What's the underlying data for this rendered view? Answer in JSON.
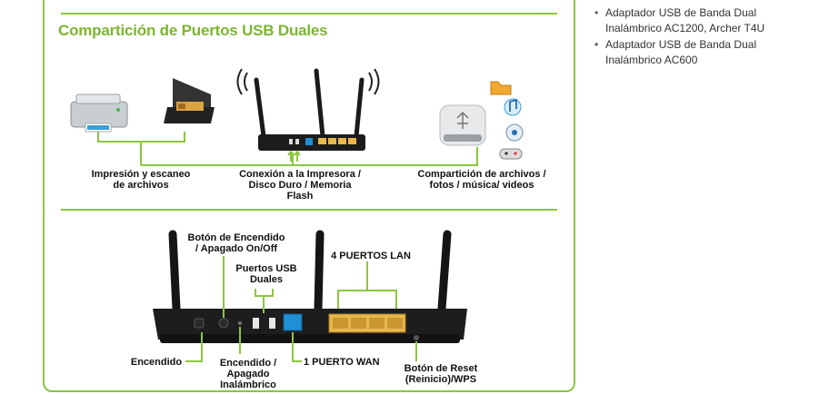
{
  "section": {
    "title": "Compartición de Puertos USB Duales"
  },
  "top_labels": {
    "print": [
      "Impresión y escaneo",
      "de archivos"
    ],
    "connect": [
      "Conexión a la Impresora /",
      "Disco Duro / Memoria",
      "Flash"
    ],
    "share": [
      "Compartición de archivos /",
      "fotos / música/ videos"
    ]
  },
  "back_labels": {
    "power_button": [
      "Botón de Encendido",
      "/ Apagado On/Off"
    ],
    "usb_ports": [
      "Puertos USB",
      "Duales"
    ],
    "lan_ports": "4 PUERTOS LAN",
    "power": "Encendido",
    "wireless": [
      "Encendido /",
      "Apagado",
      "Inalámbrico"
    ],
    "wan": "1 PUERTO WAN",
    "reset": [
      "Botón de Reset",
      "(Reinicio)/WPS"
    ]
  },
  "colors": {
    "accent": "#8cc63f",
    "title": "#7cb531",
    "wan_port": "#1f8fd6",
    "lan_port": "#e8b84a"
  },
  "sidebar": {
    "items": [
      "Adaptador USB de Banda Dual Inalámbrico AC1200, Archer T4U",
      "Adaptador USB de Banda Dual Inalámbrico AC600"
    ]
  }
}
